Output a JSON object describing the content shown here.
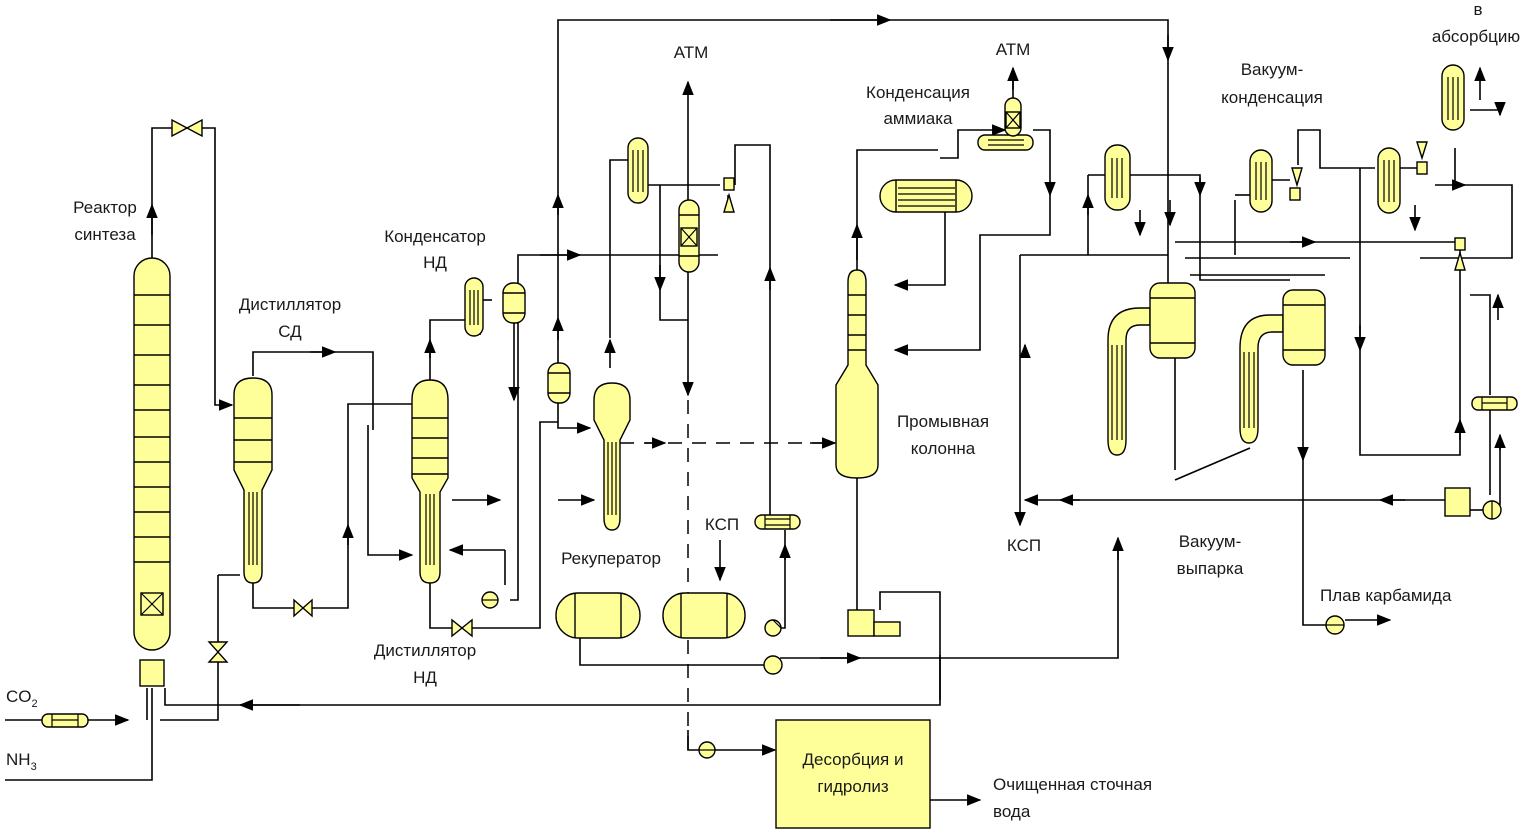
{
  "colors": {
    "equipment_fill": "#ffff99",
    "line": "#000000",
    "background": "#ffffff"
  },
  "labels": {
    "reactor": [
      "Реактор",
      "синтеза"
    ],
    "distiller_sd": [
      "Дистиллятор",
      "СД"
    ],
    "condenser_nd": [
      "Конденсатор",
      "НД"
    ],
    "distiller_nd": [
      "Дистиллятор",
      "НД"
    ],
    "recuperator": "Рекуператор",
    "ksp_left": "КСП",
    "atm_left": "АТМ",
    "atm_right": "АТМ",
    "ammonia_condensation": [
      "Конденсация",
      "аммиака"
    ],
    "wash_column": [
      "Промывная",
      "колонна"
    ],
    "vacuum_condensation": [
      "Вакуум-",
      "конденсация"
    ],
    "to_absorption": [
      "в",
      "абсорбцию"
    ],
    "ksp_right": "КСП",
    "vacuum_evaporator": [
      "Вакуум-",
      "выпарка"
    ],
    "urea_melt": "Плав карбамида",
    "desorption_box": [
      "Десорбция и",
      "гидролиз"
    ],
    "treated_water": [
      "Очищенная сточная",
      "вода"
    ],
    "co2": {
      "main": "CO",
      "sub": "2"
    },
    "nh3": {
      "main": "NH",
      "sub": "3"
    }
  }
}
